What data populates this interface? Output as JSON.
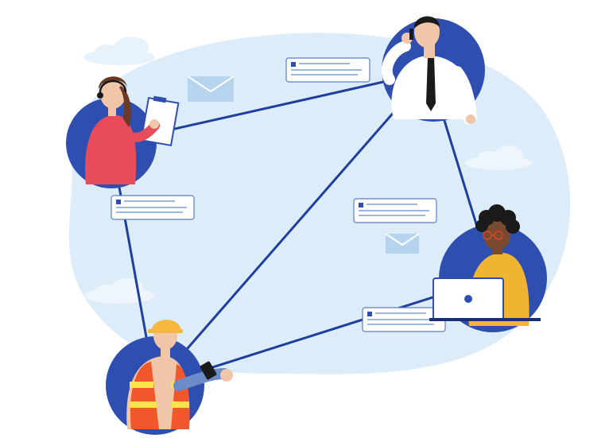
{
  "scene": {
    "people": [
      {
        "role": "headset-agent-with-clipboard"
      },
      {
        "role": "businessman-on-phone"
      },
      {
        "role": "woman-with-laptop"
      },
      {
        "role": "construction-worker-with-radio"
      }
    ],
    "message_cards": 4,
    "envelopes": 2,
    "clouds": 3
  },
  "colors": {
    "blob": "#dcecf8",
    "circle": "#2f4fb0",
    "line": "#1f3f9e",
    "cloud": "#e8f2fb",
    "envelope": "#b7d4ee",
    "card_border": "#5b7ec7",
    "card_text": "#7f9fd6",
    "shirt_red": "#e84c5a",
    "skin": "#f1c5a8",
    "hair_brown": "#6b3a24",
    "vest_orange": "#f2572b",
    "vest_yellow": "#fbe34a",
    "helmet": "#f6b73c",
    "shirt_mustard": "#f1b432"
  }
}
